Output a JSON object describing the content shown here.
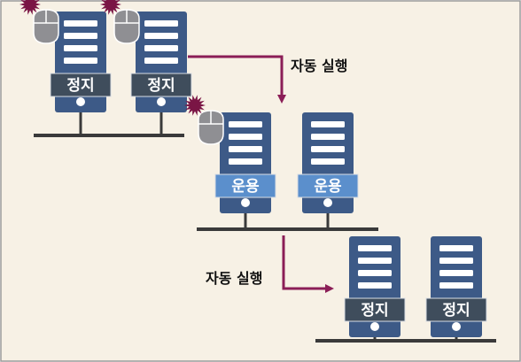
{
  "colors": {
    "background": "#f7f1e5",
    "frame_border": "#9a9a9a",
    "server_body": "#3d5a87",
    "server_slot": "#ffffff",
    "label_stopped_bg": "#3f4d5c",
    "label_running_bg": "#5b8fcc",
    "label_text": "#ffffff",
    "network_line": "#3a3a3a",
    "arrow": "#8b1e57",
    "mouse": "#8f8f93",
    "burst": "#7a1545",
    "caption_text": "#111111"
  },
  "groups": [
    {
      "id": "group-1",
      "servers": [
        {
          "status_label": "정지",
          "status": "stopped",
          "has_mouse_badge": true
        },
        {
          "status_label": "정지",
          "status": "stopped",
          "has_mouse_badge": true
        }
      ]
    },
    {
      "id": "group-2",
      "servers": [
        {
          "status_label": "운용",
          "status": "running",
          "has_mouse_badge": true
        },
        {
          "status_label": "운용",
          "status": "running",
          "has_mouse_badge": false
        }
      ]
    },
    {
      "id": "group-3",
      "servers": [
        {
          "status_label": "정지",
          "status": "stopped",
          "has_mouse_badge": false
        },
        {
          "status_label": "정지",
          "status": "stopped",
          "has_mouse_badge": false
        }
      ]
    }
  ],
  "transitions": [
    {
      "label": "자동 실행",
      "from": "group-1",
      "to": "group-2"
    },
    {
      "label": "자동 실행",
      "from": "group-2",
      "to": "group-3"
    }
  ]
}
